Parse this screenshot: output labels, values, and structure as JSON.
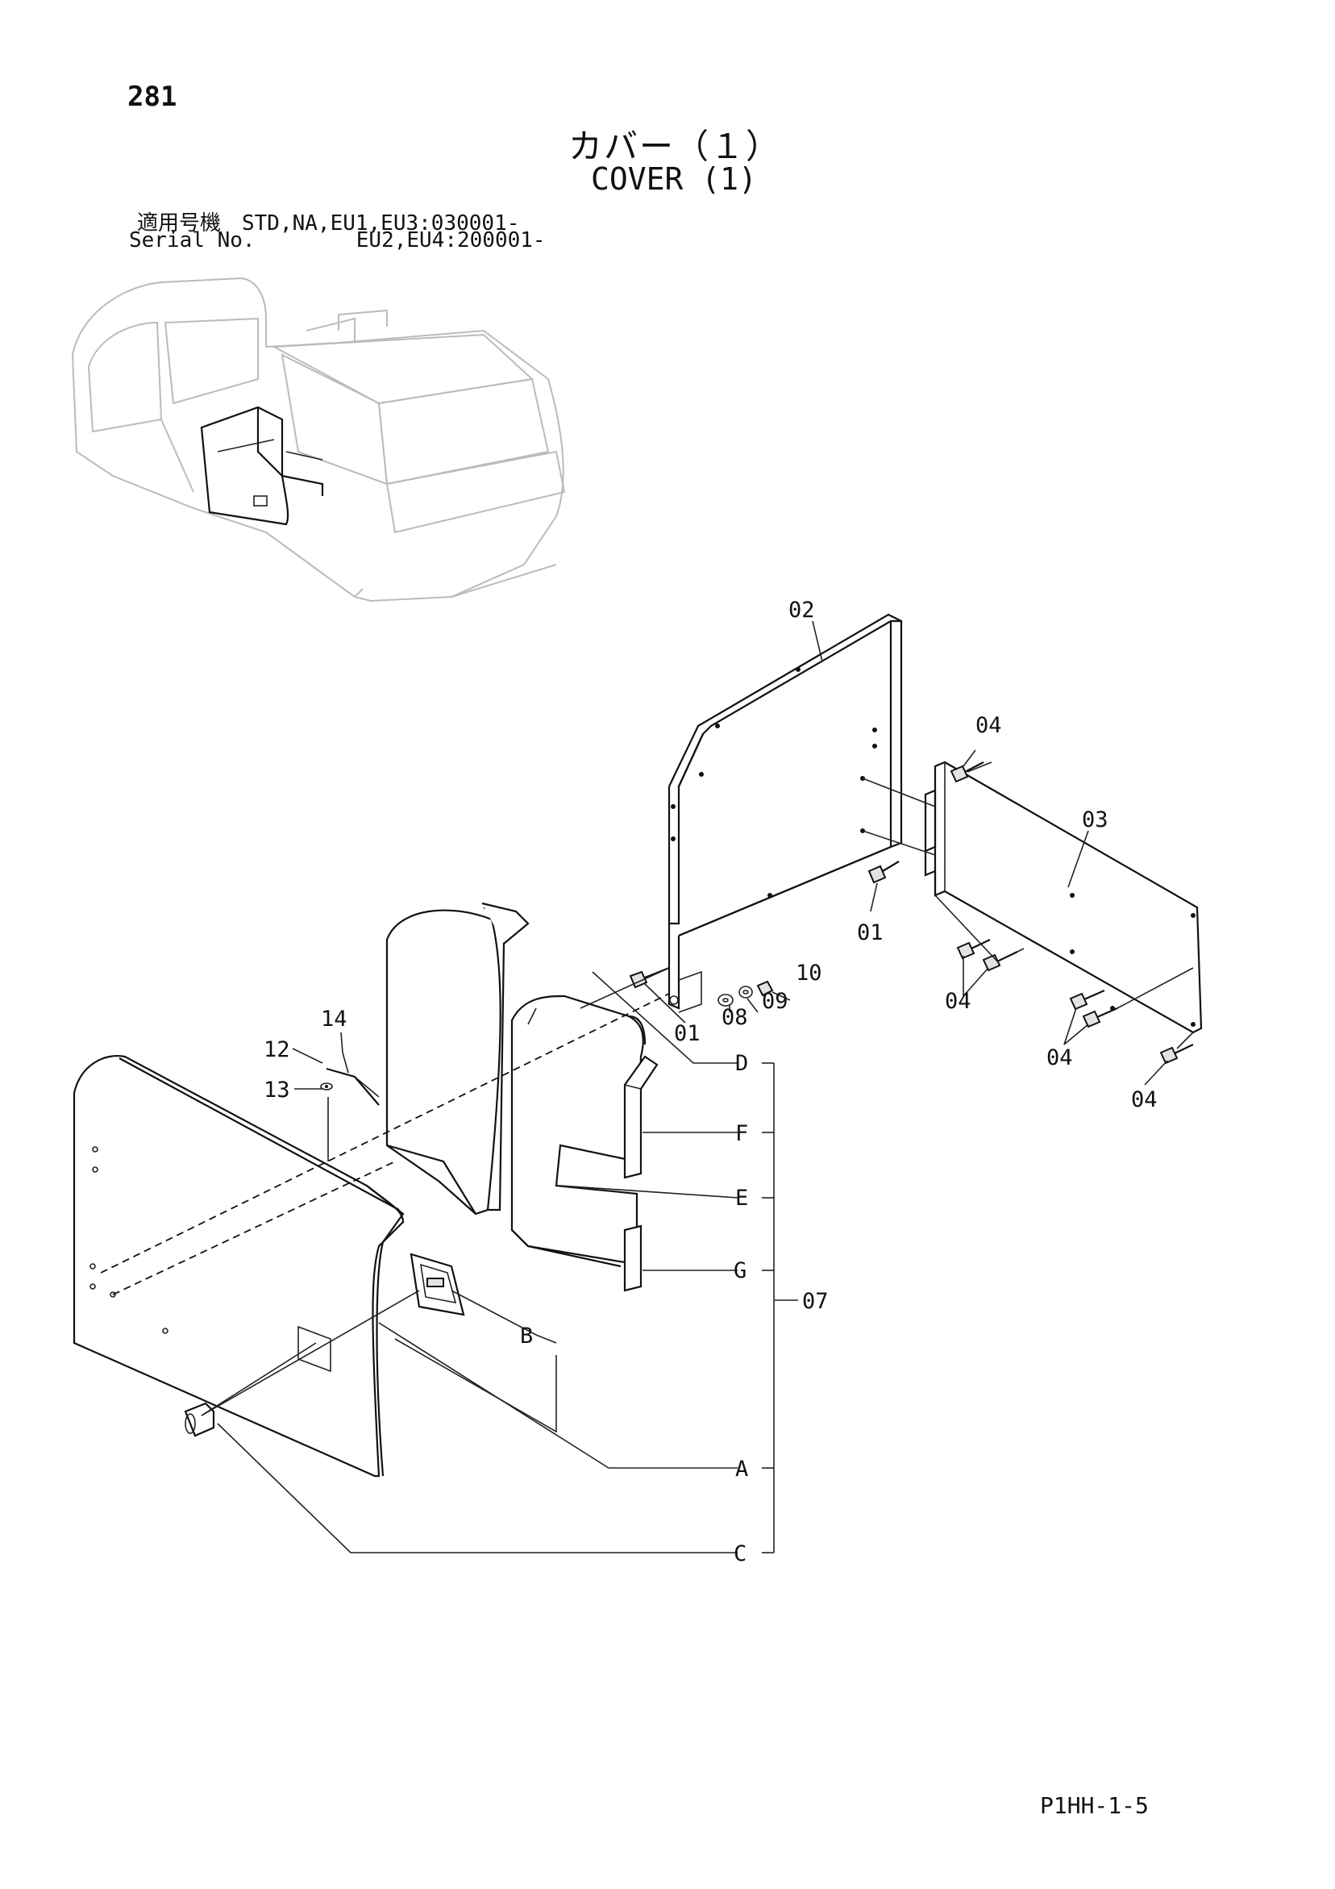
{
  "header": {
    "page_number": "281",
    "title_jp": "カバー（１）",
    "title_en": "COVER (1)",
    "serial_line_1": "適用号機　STD,NA,EU1,EU3:030001-",
    "serial_line_2": "Serial No.        EU2,EU4:200001-"
  },
  "callouts": {
    "c01a": "01",
    "c01b": "01",
    "c02": "02",
    "c03": "03",
    "c04a": "04",
    "c04b": "04",
    "c04c": "04",
    "c04d": "04",
    "c07": "07",
    "c08": "08",
    "c09": "09",
    "c10": "10",
    "c12": "12",
    "c13": "13",
    "c14": "14",
    "kitA": "A",
    "kitB": "B",
    "kitC": "C",
    "kitD": "D",
    "kitE": "E",
    "kitF": "F",
    "kitG": "G"
  },
  "footer": {
    "code": "P1HH-1-5"
  }
}
